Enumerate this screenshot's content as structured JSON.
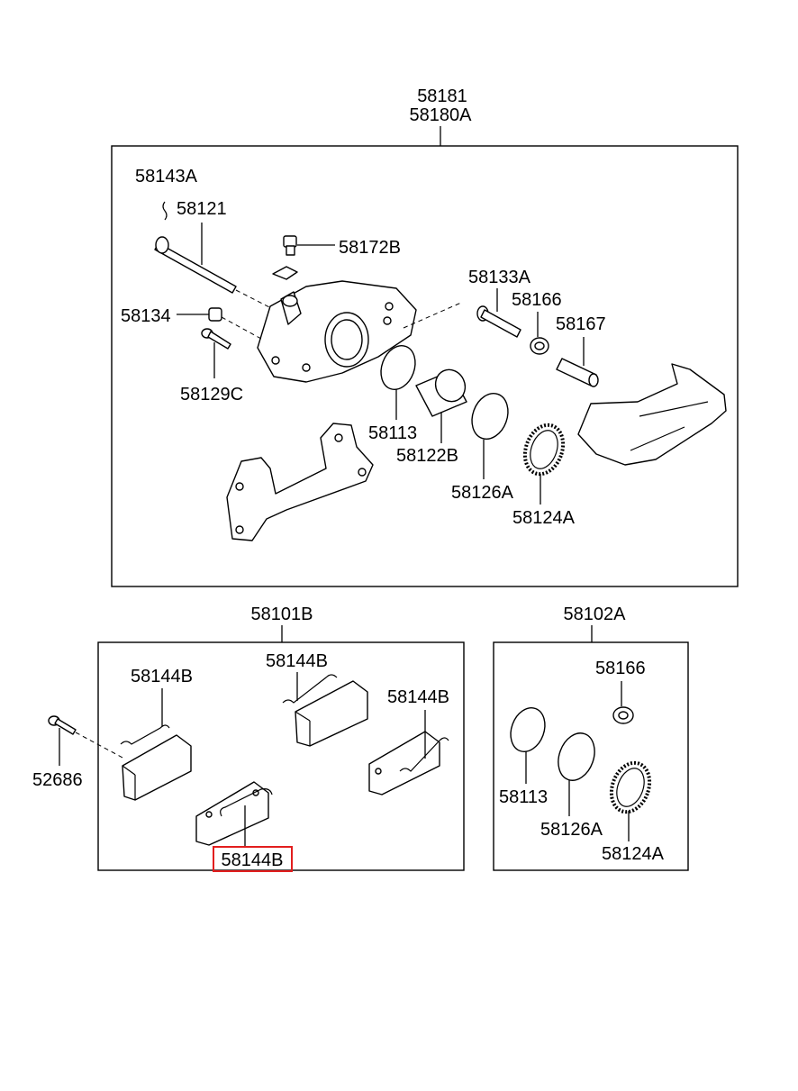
{
  "assembly": {
    "part_numbers": [
      "58181",
      "58180A"
    ]
  },
  "caliper_labels": {
    "pin_boot": "58143A",
    "guide_pin": "58121",
    "bleeder": "58172B",
    "bushing": "58134",
    "bolt": "58129C",
    "bolt_upper": "58133A",
    "boot": "58166",
    "sleeve": "58167",
    "seal": "58113",
    "piston": "58122B",
    "ring": "58126A",
    "dust_boot": "58124A"
  },
  "pad_kit": {
    "part_number": "58101B",
    "pad_labels": {
      "top_left": "58144B",
      "top_middle": "58144B",
      "right": "58144B",
      "bottom_highlighted": "58144B"
    },
    "bolt": "52686"
  },
  "seal_kit": {
    "part_number": "58102A",
    "boot": "58166",
    "seal": "58113",
    "ring": "58126A",
    "dust_boot": "58124A"
  },
  "colors": {
    "line": "#000000",
    "highlight": "#e21e1e",
    "background": "#ffffff"
  }
}
